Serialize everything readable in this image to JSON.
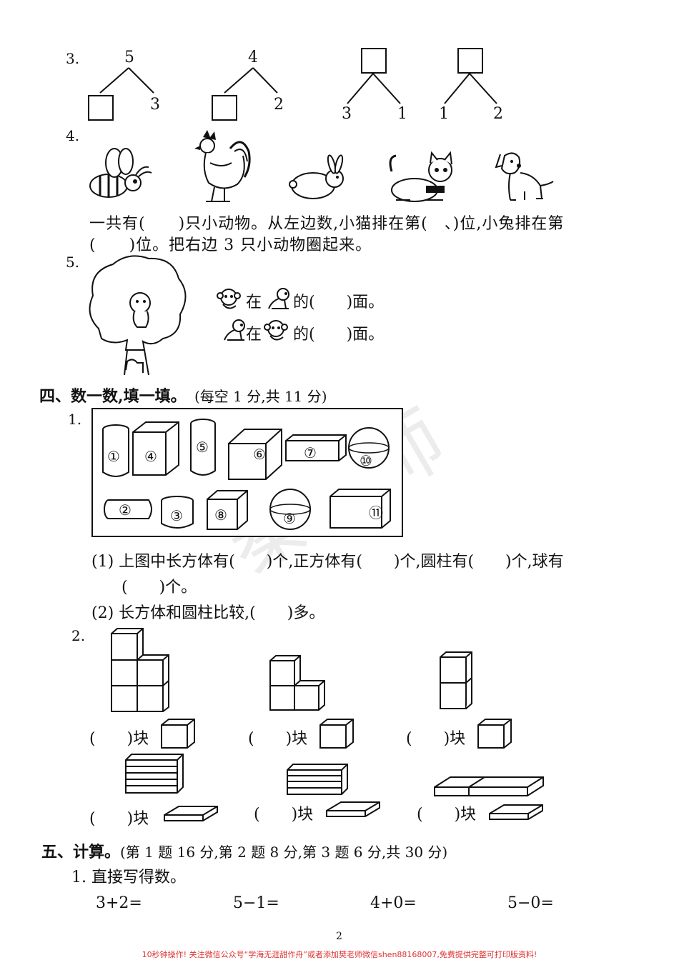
{
  "q3": {
    "label": "3.",
    "tree1": {
      "top": "5",
      "right": "3"
    },
    "tree2": {
      "top": "4",
      "right": "2"
    },
    "tree3": {
      "left": "3",
      "right": "1"
    },
    "tree4": {
      "left": "1",
      "right": "2"
    }
  },
  "q4": {
    "label": "4.",
    "line1": "一共有(　　)只小动物。从左边数,小猫排在第(　、)位,小兔排在第",
    "line2": "(　　)位。把右边 3 只小动物圈起来。",
    "animals": [
      "bee-icon",
      "rooster-icon",
      "rabbit-icon",
      "cat-icon",
      "dog-icon"
    ]
  },
  "q5": {
    "label": "5.",
    "line1_mid": "在",
    "line1_end": "的(　　)面。",
    "line2_mid": "在",
    "line2_end": "的(　　)面。"
  },
  "section4": {
    "heading": "四、数一数,填一填。",
    "score": "(每空 1 分,共 11 分)",
    "q1_label": "1.",
    "shape_numbers": [
      "①",
      "④",
      "⑤",
      "⑥",
      "⑦",
      "⑩",
      "②",
      "③",
      "⑧",
      "⑨",
      "⑪"
    ],
    "q1_1a": "(1) 上图中长方体有(　　)个,正方体有(　　)个,圆柱有(　　)个,球有",
    "q1_1b": "(　　)个。",
    "q1_2": "(2) 长方体和圆柱比较,(　　)多。",
    "q2_label": "2.",
    "blocks_label": "(　　)块"
  },
  "section5": {
    "heading": "五、计算。",
    "score": "(第 1 题 16 分,第 2 题 8 分,第 3 题 6 分,共 30 分)",
    "q1": "1. 直接写得数。",
    "exprs": [
      "3+2=",
      "5−1=",
      "4+0=",
      "5−0="
    ]
  },
  "watermark": "秦老师",
  "page_number": "2",
  "footer": "10秒钟操作! 关注微信公众号“学海无涯甜作舟”或者添加樊老师微信shen88168007,免费提供完整可打印版资料!"
}
